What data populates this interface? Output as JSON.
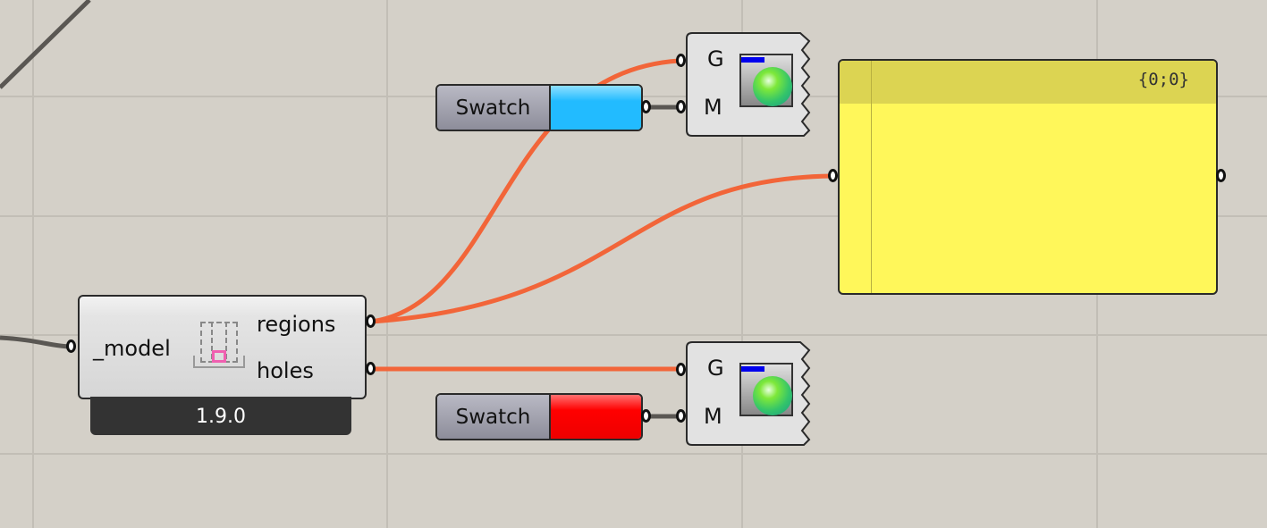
{
  "main_component": {
    "input": "_model",
    "outputs": [
      "regions",
      "holes"
    ],
    "version": "1.9.0",
    "icon": "room-regions-icon"
  },
  "swatches": [
    {
      "label": "Swatch",
      "color": "#22bbff"
    },
    {
      "label": "Swatch",
      "color": "#ff0000"
    }
  ],
  "previews": [
    {
      "inputs": [
        "G",
        "M"
      ],
      "icon": "custom-preview-icon"
    },
    {
      "inputs": [
        "G",
        "M"
      ],
      "icon": "custom-preview-icon"
    }
  ],
  "panel": {
    "path_index": "{0;0}",
    "color": "#fff75a"
  },
  "colors": {
    "wire_active": "#f26539",
    "wire_default": "#5a5753",
    "canvas": "#d4d0c8"
  }
}
